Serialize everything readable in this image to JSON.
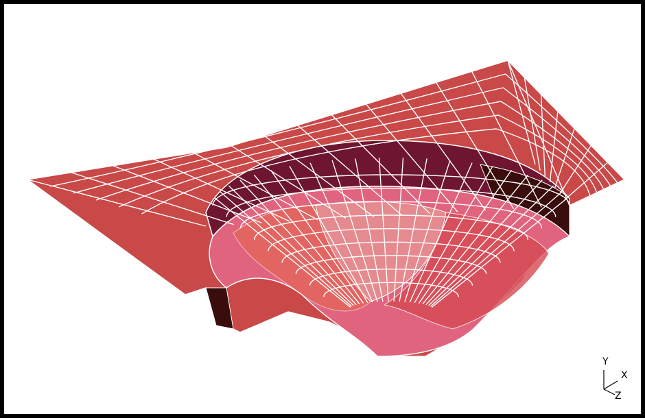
{
  "viewport": {
    "background": "#ffffff",
    "frame_color": "#000000"
  },
  "mesh": {
    "description_label": "",
    "line_color": "#ffffff",
    "palette": {
      "flange": "#c94848",
      "wall_dark": "#6e1530",
      "wall_darker": "#3a0d0d",
      "pink": "#e0647e",
      "light_pink": "#e58a8f",
      "orange": "#e4674a",
      "red": "#d64a52"
    }
  },
  "triad": {
    "y_label": "Y",
    "x_label": "X",
    "z_label": "Z"
  }
}
